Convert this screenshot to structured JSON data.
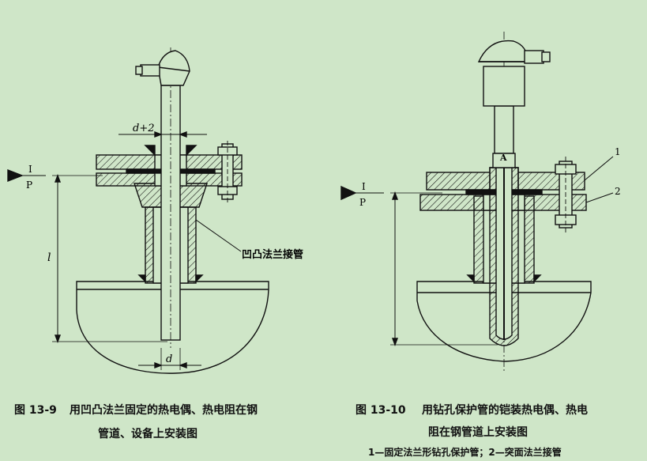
{
  "figure_left": {
    "dim_top": "d+2",
    "dim_bottom": "d",
    "dim_height": "l",
    "level_top": "I",
    "level_bottom": "P",
    "callout": "凹凸法兰接管",
    "caption_number": "图 13-9",
    "caption_line1": "用凹凸法兰固定的热电偶、热电阻在钢",
    "caption_line2": "管道、设备上安装图"
  },
  "figure_right": {
    "mark_A": "A",
    "label_1": "1",
    "label_2": "2",
    "level_top": "I",
    "level_bottom": "P",
    "caption_number": "图 13-10",
    "caption_line1": "用钻孔保护管的铠装热电偶、热电",
    "caption_line2": "阻在钢管道上安装图",
    "caption_note": "1—固定法兰形钻孔保护管；2—突面法兰接管"
  },
  "colors": {
    "background": "#cfe6c8",
    "line": "#111111"
  }
}
